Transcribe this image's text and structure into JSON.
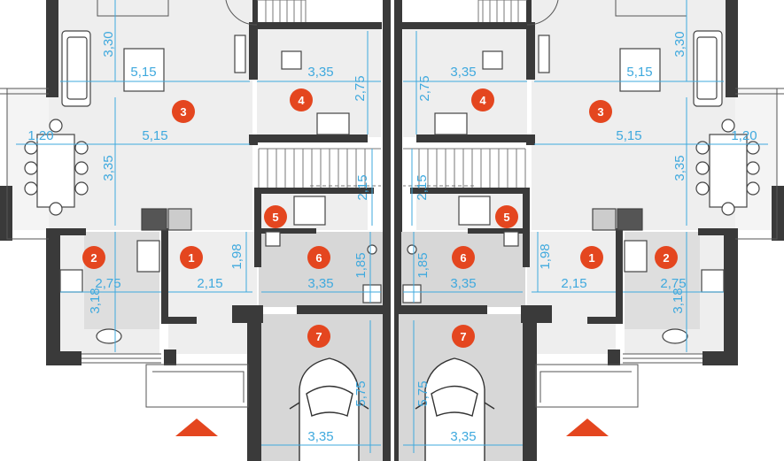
{
  "colors": {
    "wall": "#3a3a3a",
    "floor_living": "#eeeeee",
    "floor_garage": "#d7d7d7",
    "dimension": "#3fa9de",
    "room_marker": "#e4461f",
    "entrance_arrow": "#e4461f"
  },
  "room_markers": [
    "1",
    "2",
    "3",
    "4",
    "5",
    "6",
    "7"
  ],
  "left_unit": {
    "dims": {
      "living_height": "3,30",
      "living_width": "5,15",
      "office_width": "3,35",
      "office_height": "2,75",
      "terrace": "1,20",
      "dining_width": "5,15",
      "dining_height": "3,35",
      "bath_height": "2,15",
      "hall_height": "1,98",
      "kitchen_width": "2,75",
      "kitchen_height": "3,18",
      "entry_width": "2,15",
      "boiler_width": "3,35",
      "boiler_height": "1,85",
      "garage_height": "5,75",
      "garage_width": "3,35"
    }
  },
  "right_unit": {
    "dims": {
      "living_height": "3,30",
      "living_width": "5,15",
      "office_width": "3,35",
      "office_height": "2,75",
      "terrace": "1,20",
      "dining_width": "5,15",
      "dining_height": "3,35",
      "bath_height": "2,15",
      "hall_height": "1,98",
      "kitchen_width": "2,75",
      "kitchen_height": "3,18",
      "entry_width": "2,15",
      "boiler_width": "3,35",
      "boiler_height": "1,85",
      "garage_height": "5,75",
      "garage_width": "3,35"
    }
  },
  "icons": {
    "entrance": "triangle-arrow-icon",
    "sink": "sink-icon",
    "stove": "stove-icon",
    "car": "car-icon"
  }
}
